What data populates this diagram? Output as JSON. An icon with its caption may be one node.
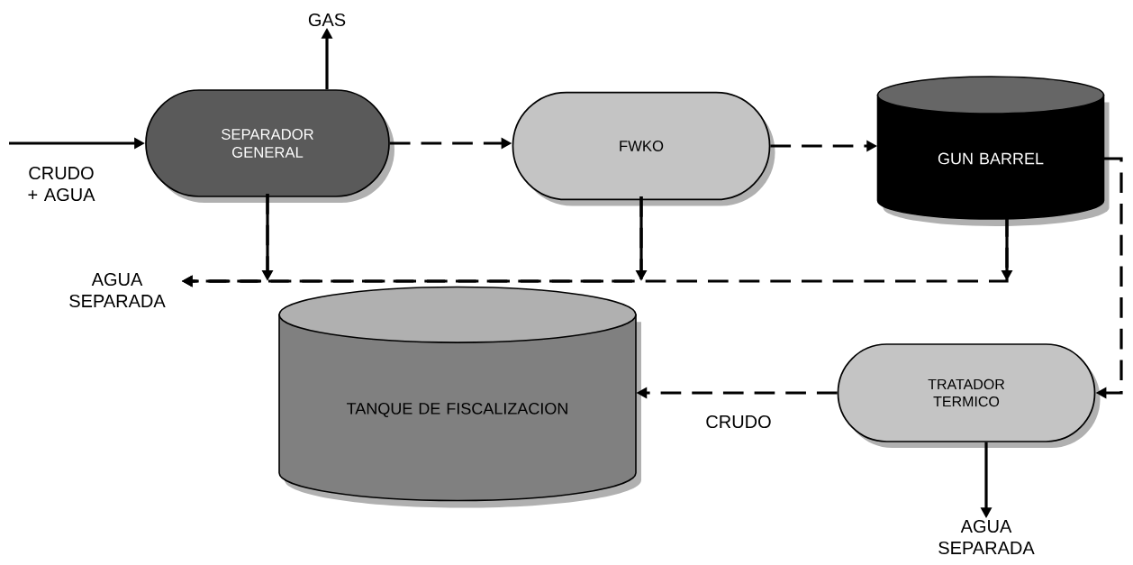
{
  "diagram": {
    "nodes": [
      {
        "text": [
          "SEPARADOR GENERAL"
        ]
      },
      {
        "text": [
          "FWKO"
        ]
      },
      {
        "text": [
          "GUN BARREL"
        ]
      },
      {
        "text": [
          "TANQUE DE FISCALIZACION"
        ]
      },
      {
        "text": [
          "TRATADOR TERMICO"
        ]
      },
      {
        "text": [
          "GAS"
        ]
      },
      {
        "text": [
          "AGUA SEPARADA"
        ]
      },
      {
        "text": [
          "AGUA SEPARADA"
        ]
      }
    ],
    "edges": [
      {
        "from": null,
        "to": 0,
        "arrow": "to",
        "label": "CRUDO + AGUA"
      },
      {
        "from": 0,
        "to": 5,
        "arrow": "to"
      },
      {
        "from": 0,
        "to": 1,
        "arrow": "to",
        "style": "dashed"
      },
      {
        "from": 1,
        "to": 2,
        "arrow": "to",
        "style": "dashed"
      },
      {
        "from": 0,
        "to": 6,
        "arrow": "to",
        "style": "dashed"
      },
      {
        "from": 1,
        "to": 6,
        "arrow": "to",
        "style": "dashed"
      },
      {
        "from": 2,
        "to": 6,
        "arrow": "to",
        "style": "dashed"
      },
      {
        "from": 2,
        "to": 4,
        "arrow": "to",
        "style": "dashed"
      },
      {
        "from": 4,
        "to": 3,
        "arrow": "to",
        "style": "dashed",
        "label": "CRUDO"
      },
      {
        "from": 4,
        "to": 7,
        "arrow": "to"
      }
    ]
  }
}
